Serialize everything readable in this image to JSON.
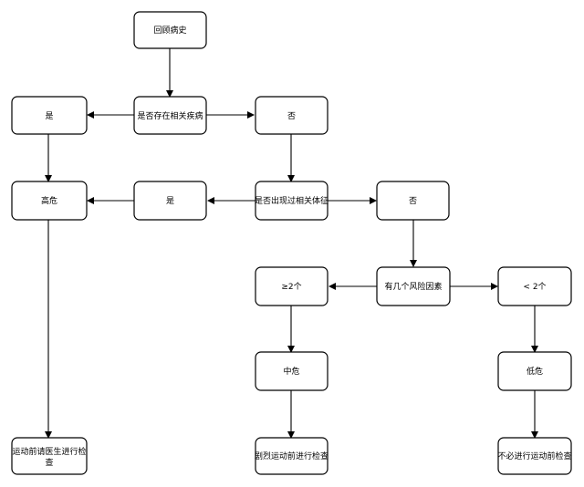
{
  "nodes": {
    "review_history": "回顾病史",
    "has_related_disease": "是否存在相关疾病",
    "disease_yes": "是",
    "disease_no": "否",
    "high_risk": "高危",
    "symptom_yes": "是",
    "has_related_symptoms": "是否出现过相关体征",
    "symptom_no": "否",
    "risk_factor_count": "有几个风险因素",
    "two_or_more": "≥2个",
    "less_than_two": "< 2个",
    "medium_risk": "中危",
    "low_risk": "低危",
    "doctor_check_before_exercise": [
      "运动前请医生进行检",
      "查"
    ],
    "check_before_vigorous_exercise": "剧烈运动前进行检查",
    "no_check_needed": "不必进行运动前检查"
  }
}
